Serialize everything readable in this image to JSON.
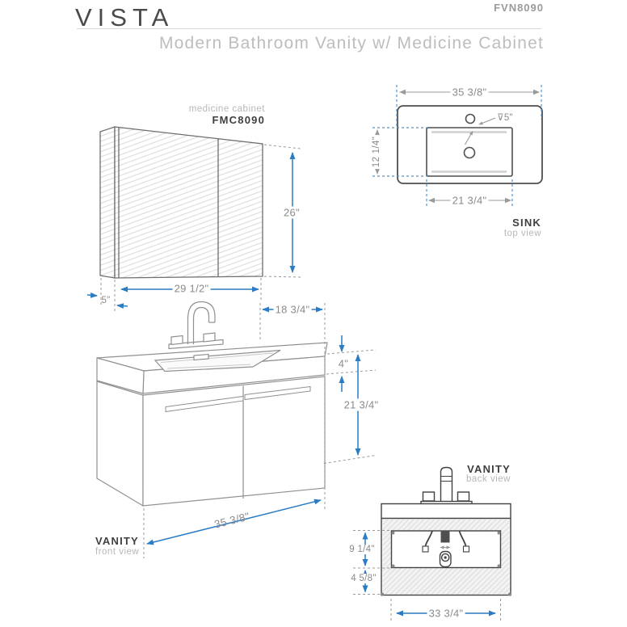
{
  "header": {
    "brand": "VISTA",
    "model": "FVN8090",
    "subtitle": "Modern Bathroom Vanity w/ Medicine Cabinet"
  },
  "colors": {
    "dimension_arrow_blue": "#2b7cc4",
    "extension_dashed_blue": "#4d94d8",
    "dimension_text_gray": "#8a8a8a",
    "label_dark": "#3f3f3f",
    "label_light": "#b8b8b8"
  },
  "medicine_cabinet": {
    "label": "medicine cabinet",
    "model": "FMC8090",
    "dims": {
      "height": "26\"",
      "width": "29 1/2\"",
      "depth": "5\""
    }
  },
  "sink": {
    "label": "SINK",
    "sublabel": "top view",
    "dims": {
      "width": "35 3/8\"",
      "front_back": "12 1/4\"",
      "basin_depth_note": "⊽5\"",
      "basin_width": "21 3/4\""
    }
  },
  "vanity_front": {
    "label": "VANITY",
    "sublabel": "front view",
    "dims": {
      "depth": "18 3/4\"",
      "counter_height": "4\"",
      "total_height": "21 3/4\"",
      "width": "35 3/8\""
    }
  },
  "vanity_back": {
    "label": "VANITY",
    "sublabel": "back view",
    "dims": {
      "opening_height": "9 1/4\"",
      "bottom_height": "4 5/8\"",
      "mount_width": "33 3/4\""
    }
  }
}
